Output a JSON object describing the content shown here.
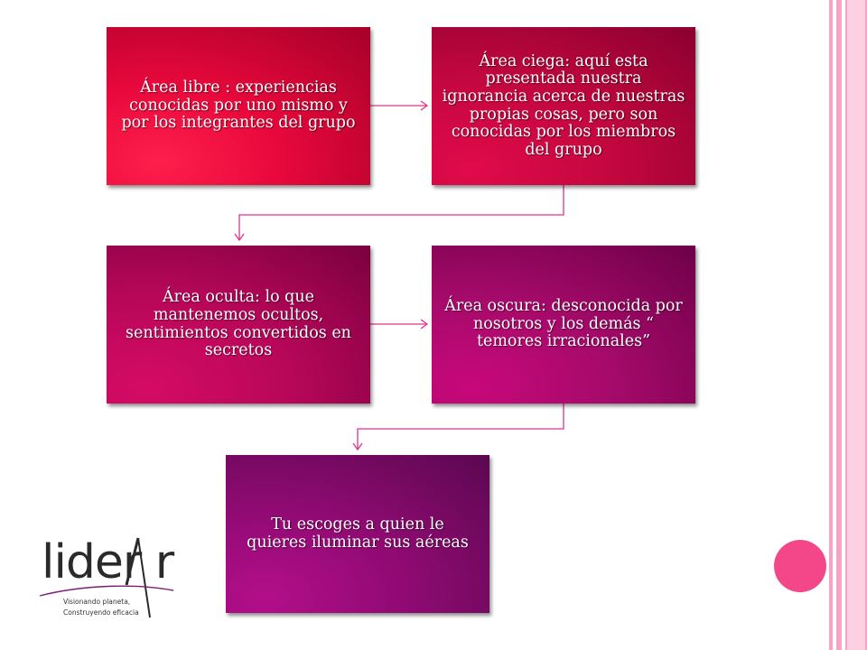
{
  "boxes": {
    "b1": "Área libre : experiencias conocidas por uno mismo y por los integrantes del grupo",
    "b2": "Área ciega: aquí esta presentada nuestra ignorancia acerca de nuestras propias cosas, pero son conocidas por los miembros del grupo",
    "b3": "Área oculta: lo que mantenemos ocultos, sentimientos convertidos en secretos",
    "b4": "Área oscura: desconocida por nosotros y los demás “ temores irracionales”",
    "b5": "Tu escoges a quien le quieres iluminar sus aéreas"
  },
  "logo": {
    "text": "lider r",
    "tagline1": "Visionando planeta,",
    "tagline2": "Construyendo eficacia"
  },
  "colors": {
    "accent": "#f4478a",
    "connector": "#e0348a",
    "stripe_pink": "#f7a3c5"
  }
}
